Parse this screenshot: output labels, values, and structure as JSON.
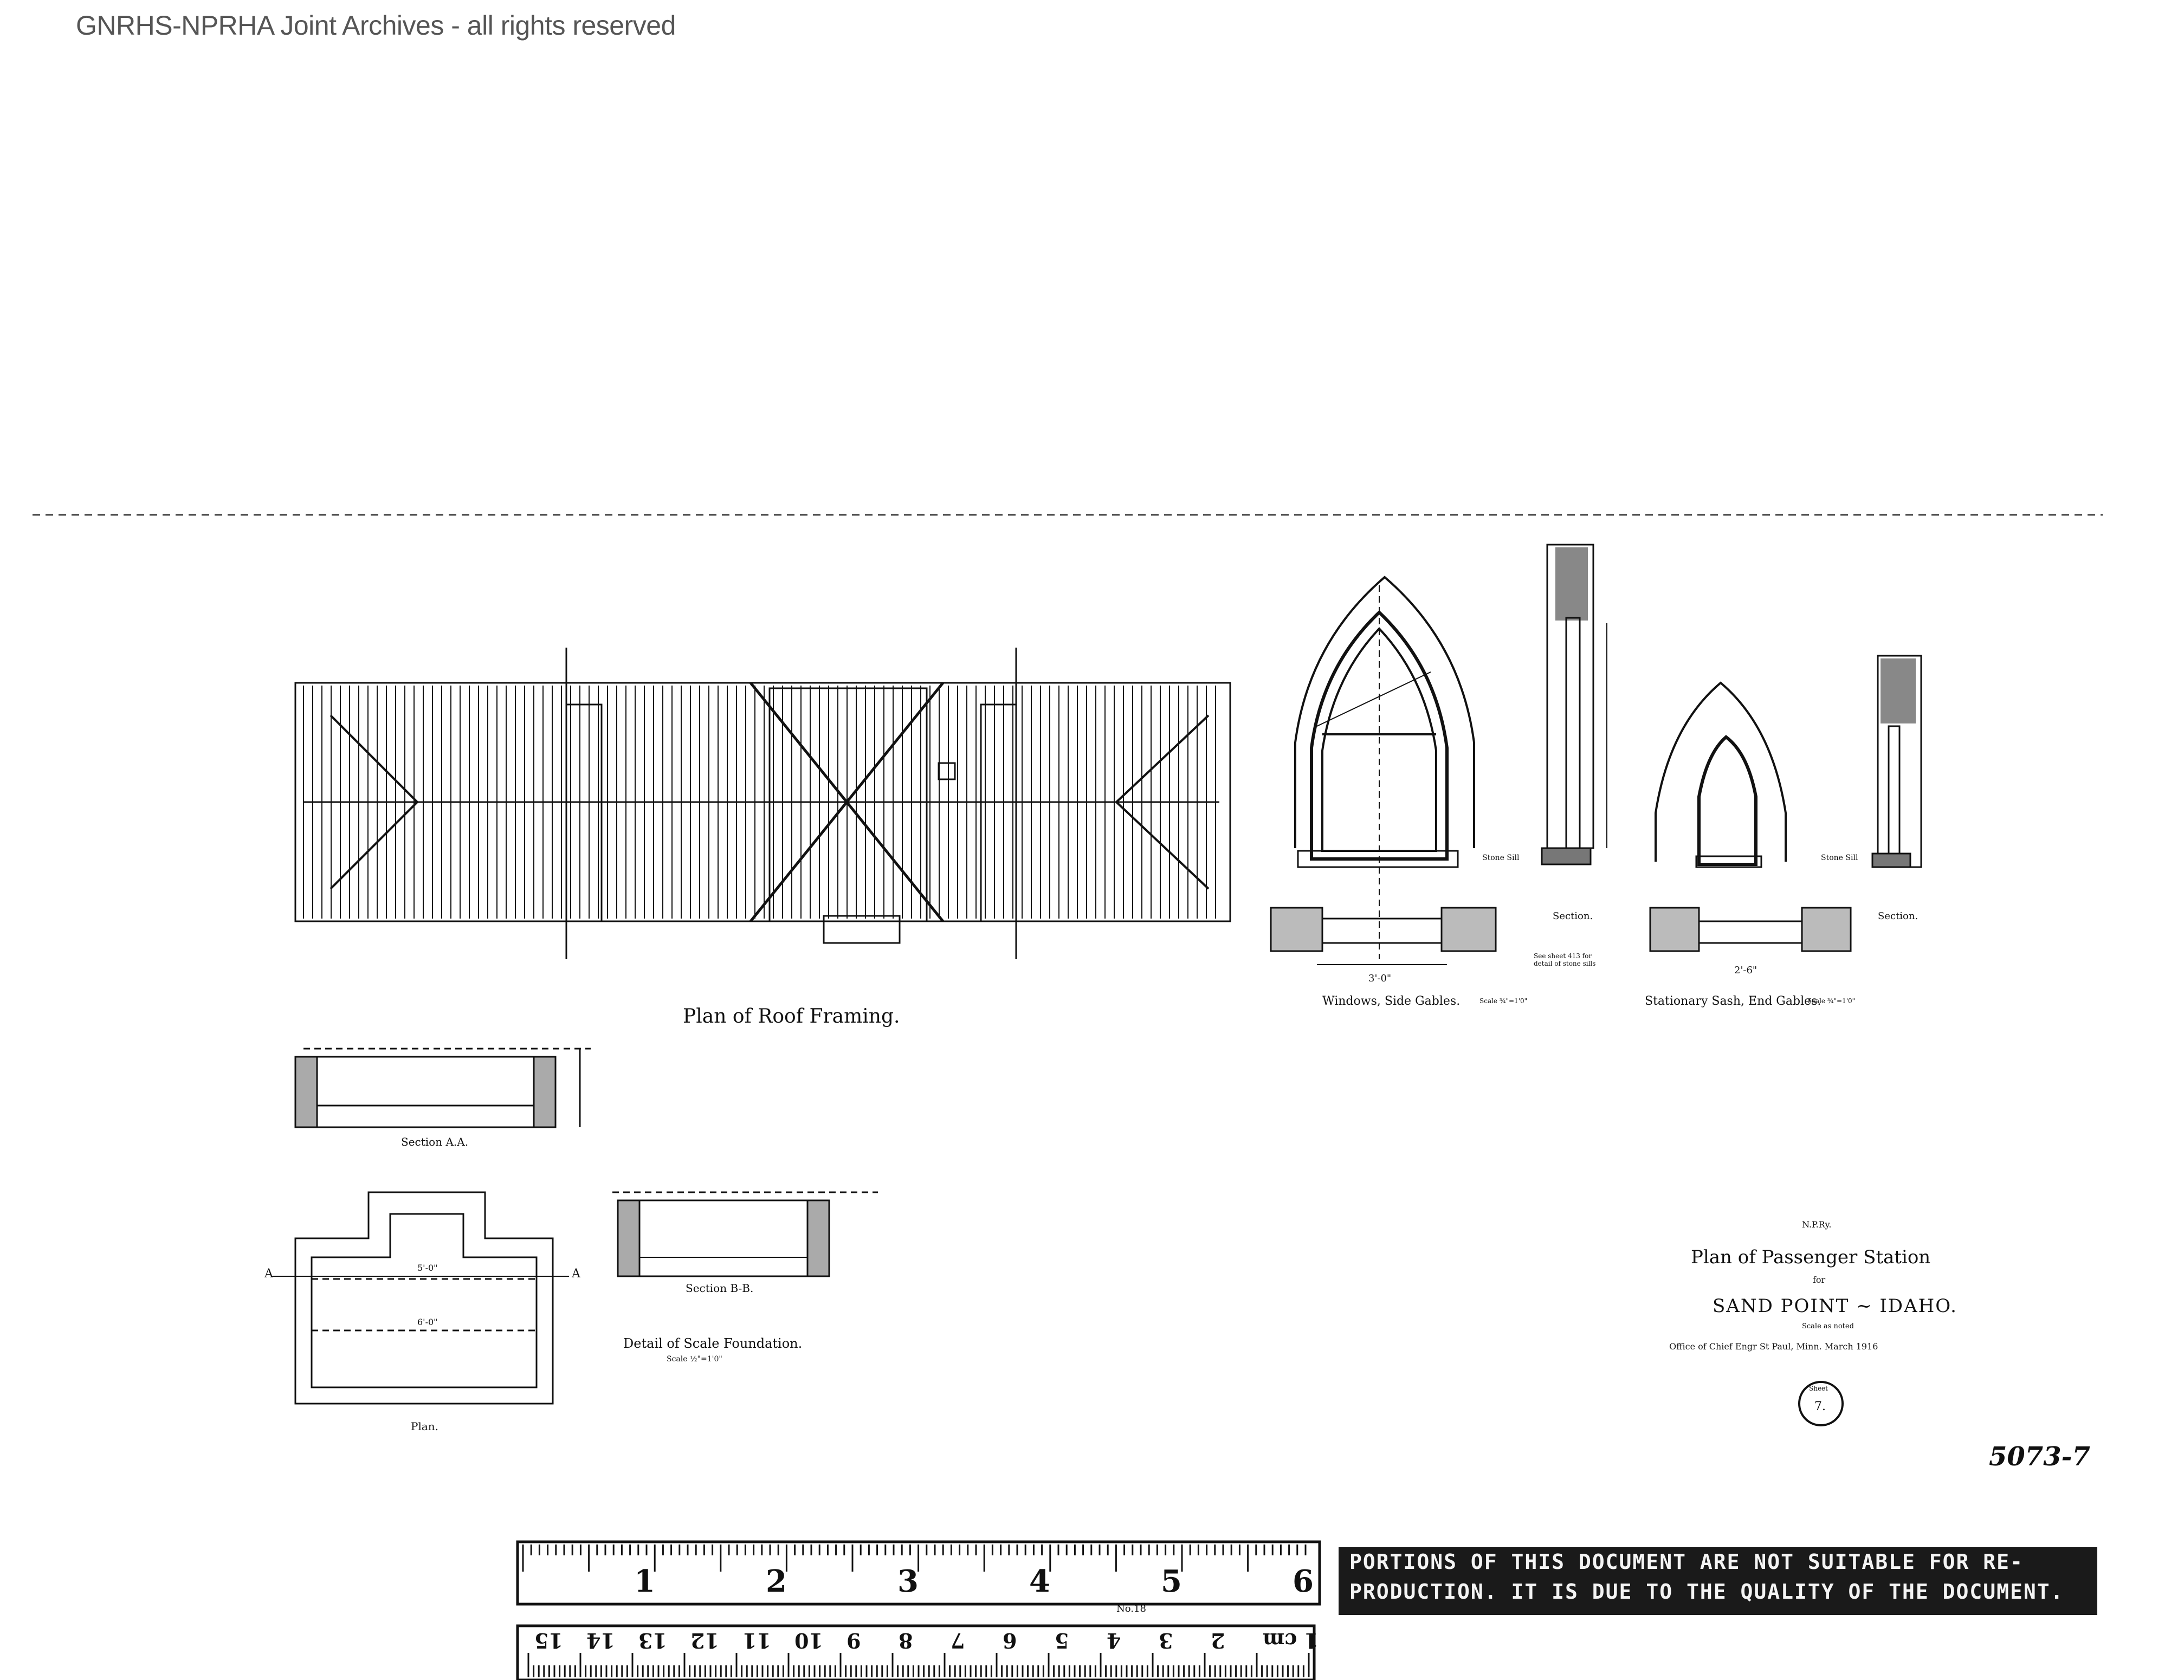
{
  "watermark": "GNRHS-NPRHA Joint Archives - all rights reserved",
  "drawing": {
    "titles": {
      "roof": "Plan of Roof Framing.",
      "section_aa": "Section A.A.",
      "plan": "Plan.",
      "section_bb": "Section B-B.",
      "scale_foundation": "Detail of Scale Foundation.",
      "scale_foundation_scale": "Scale ½\"=1'0\"",
      "windows_side": "Windows, Side Gables.",
      "windows_side_scale": "Scale ¾\"=1'0\"",
      "stationary_sash": "Stationary Sash, End Gables.",
      "stationary_sash_scale": "Scale ¾\"=1'0\"",
      "section_1": "Section.",
      "section_2": "Section.",
      "see_sheet": "See sheet 413 for detail of stone sills",
      "stone_sill": "Stone Sill",
      "stone_sill_2": "Stone Sill"
    },
    "dimensions": {
      "win_width": "3'-0\"",
      "sash_width": "2'-6\"",
      "plan_a": "5'-0\"",
      "plan_b": "6'-0\""
    },
    "markers": {
      "a_left": "A",
      "a_right": "A"
    },
    "title_block": {
      "railway": "N.P.Ry.",
      "title": "Plan of Passenger Station",
      "for": "for",
      "location": "SAND POINT ~ IDAHO.",
      "scale": "Scale as noted",
      "office": "Office of Chief Engr St Paul, Minn. March 1916",
      "sheet_label": "Sheet",
      "sheet_number": "7."
    },
    "drawing_number": "5073-7"
  },
  "ruler": {
    "inches": [
      "1",
      "2",
      "3",
      "4",
      "5",
      "6"
    ],
    "cm": [
      "1 cm",
      "2",
      "3",
      "4",
      "5",
      "6",
      "7",
      "8",
      "9",
      "10",
      "11",
      "12",
      "13",
      "14",
      "15"
    ],
    "model": "No.18"
  },
  "notice": {
    "line1": "PORTIONS OF THIS DOCUMENT ARE NOT SUITABLE FOR RE-",
    "line2": "PRODUCTION. IT IS DUE TO THE QUALITY OF THE DOCUMENT."
  }
}
